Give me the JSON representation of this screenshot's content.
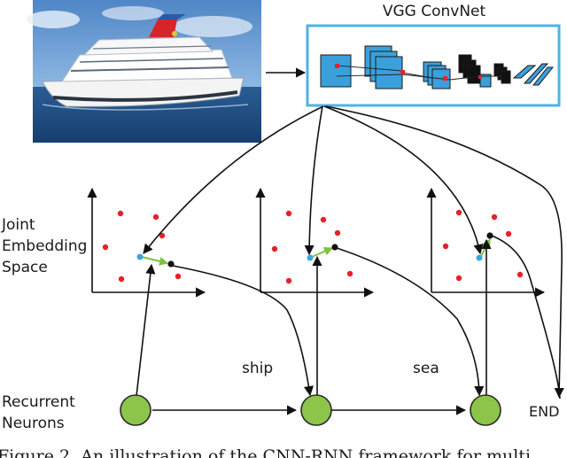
{
  "texts": {
    "vgg": "VGG ConvNet",
    "joint1": "Joint",
    "joint2": "Embedding",
    "joint3": "Space",
    "rec1": "Recurrent",
    "rec2": "Neurons",
    "ship": "ship",
    "sea": "sea",
    "end": "END",
    "caption": "Figure 2. An illustration of the CNN-RNN framework for multi"
  },
  "colors": {
    "accent_border": "#4fb3e3",
    "conv_block": "#3aa0db",
    "red_point": "#e8202a",
    "blue_point": "#3aa7e0",
    "green_arrow": "#7cc242",
    "neuron_fill": "#8cc54a",
    "neuron_stroke": "#2a2a2a"
  }
}
